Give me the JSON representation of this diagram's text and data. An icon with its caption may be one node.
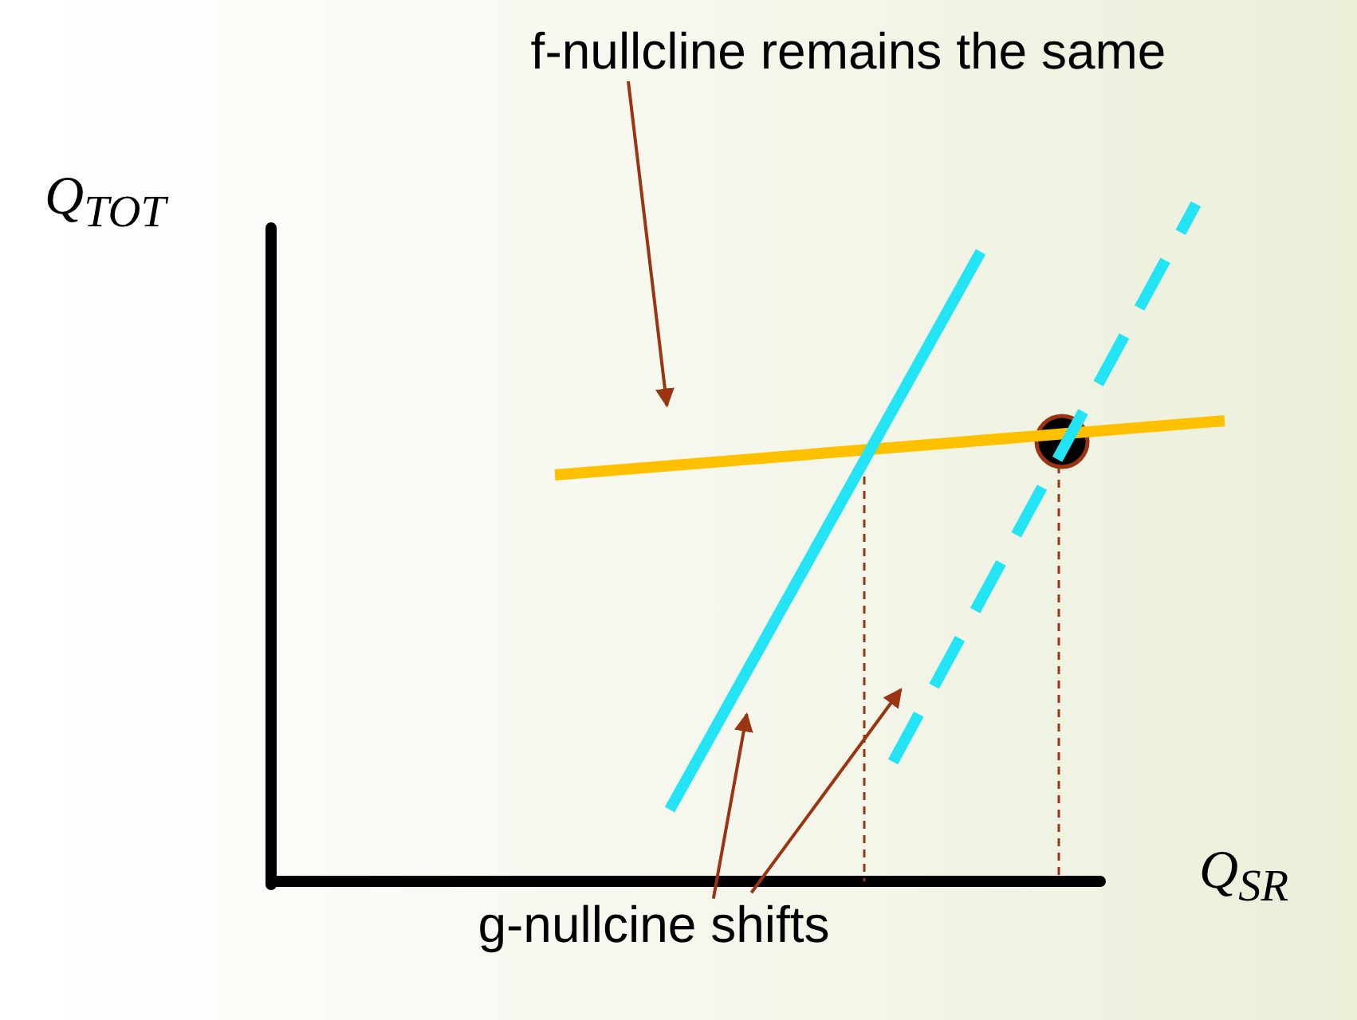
{
  "diagram": {
    "nodes": [
      {
        "text": [
          "f-nullcline remains the same"
        ]
      },
      {
        "text": [],
        "shape": "line"
      },
      {
        "text": [
          "g-nullcine shifts"
        ]
      },
      {
        "text": [],
        "shape": "line"
      },
      {
        "text": [],
        "shape": "line"
      }
    ],
    "edges": [
      {
        "from": 0,
        "to": 1,
        "arrow": "to"
      },
      {
        "from": 2,
        "to": 3,
        "arrow": "to"
      },
      {
        "from": 2,
        "to": 4,
        "arrow": "to"
      }
    ],
    "labels": [
      "Q$_{TOT}$",
      "Q$_{SR}$"
    ]
  }
}
